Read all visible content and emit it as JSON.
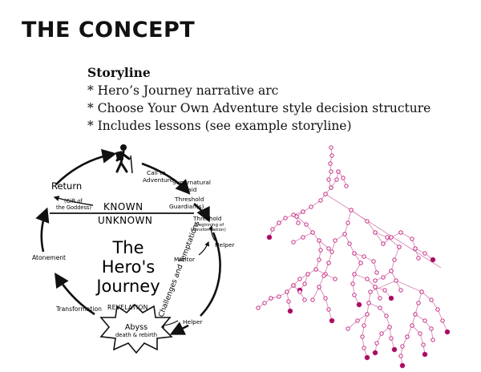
{
  "slide": {
    "title": "THE CONCEPT",
    "storyline": {
      "heading": "Storyline",
      "bullets": [
        "* Hero’s Journey narrative arc",
        "* Choose Your Own Adventure style decision structure",
        "* Includes lessons (see example storyline)"
      ]
    }
  },
  "hero_diagram": {
    "center_title": [
      "The",
      "Hero's",
      "Journey"
    ],
    "known": "KNOWN",
    "unknown": "UNKNOWN",
    "revelation": "REVELATION",
    "abyss": [
      "Abyss",
      "death & rebirth"
    ],
    "challenges": "Challenges and Temptations",
    "labels": {
      "call": [
        "Call to",
        "Adventure"
      ],
      "supernatural": [
        "Supernatural",
        "aid"
      ],
      "guardians": [
        "Threshold",
        "Guardian(s)"
      ],
      "threshold": [
        "Threshold",
        "(beginning of",
        "transformation)"
      ],
      "helper1": "Helper",
      "mentor": "Mentor",
      "helper2": "Helper",
      "transformation": "Transformation",
      "atonement": "Atonement",
      "return": "Return",
      "gift": [
        "(Gift of",
        "the Goddess)"
      ]
    },
    "colors": {
      "line": "#111111"
    }
  },
  "decision_tree": {
    "colors": {
      "node": "#c2187a",
      "edge": "#d98ab6",
      "end": "#a0105e"
    }
  }
}
